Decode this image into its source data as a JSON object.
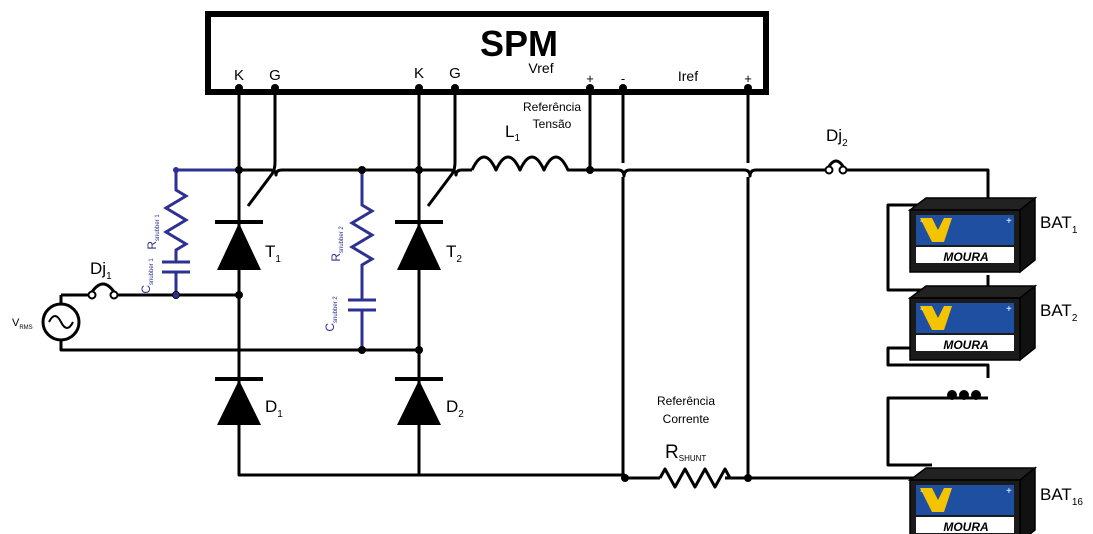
{
  "spm": {
    "title": "SPM",
    "k1": "K",
    "g1": "G",
    "k2": "K",
    "g2": "G",
    "vref": "Vref",
    "plus1": "+",
    "minus": "-",
    "iref": "Iref",
    "plus2": "+"
  },
  "ref_tensao": [
    "Referência",
    "Tensão"
  ],
  "ref_corrente": [
    "Referência",
    "Corrente"
  ],
  "labels": {
    "L": "L",
    "L_sub": "1",
    "T1": "T",
    "T1_sub": "1",
    "T2": "T",
    "T2_sub": "2",
    "D1": "D",
    "D1_sub": "1",
    "D2": "D",
    "D2_sub": "2",
    "Dj1": "Dj",
    "Dj1_sub": "1",
    "Dj2": "Dj",
    "Dj2_sub": "2",
    "VRMS": "V",
    "VRMS_sub": "RMS",
    "RSHUNT": "R",
    "RSHUNT_sub": "SHUNT",
    "Rs1": "R",
    "Rs1_sub": "snubber 1",
    "Cs1": "C",
    "Cs1_sub": "snubber 1",
    "Rs2": "R",
    "Rs2_sub": "snubber 2",
    "Cs2": "C",
    "Cs2_sub": "snubber 2"
  },
  "batteries": [
    {
      "label": "BAT",
      "sub": "1",
      "brand": "MOURA"
    },
    {
      "label": "BAT",
      "sub": "2",
      "brand": "MOURA"
    },
    {
      "label": "BAT",
      "sub": "16",
      "brand": "MOURA"
    }
  ],
  "colors": {
    "wire": "#000000",
    "snubber": "#2d3191",
    "battery_blue": "#1f4fa0",
    "battery_yellow": "#f5c400"
  }
}
